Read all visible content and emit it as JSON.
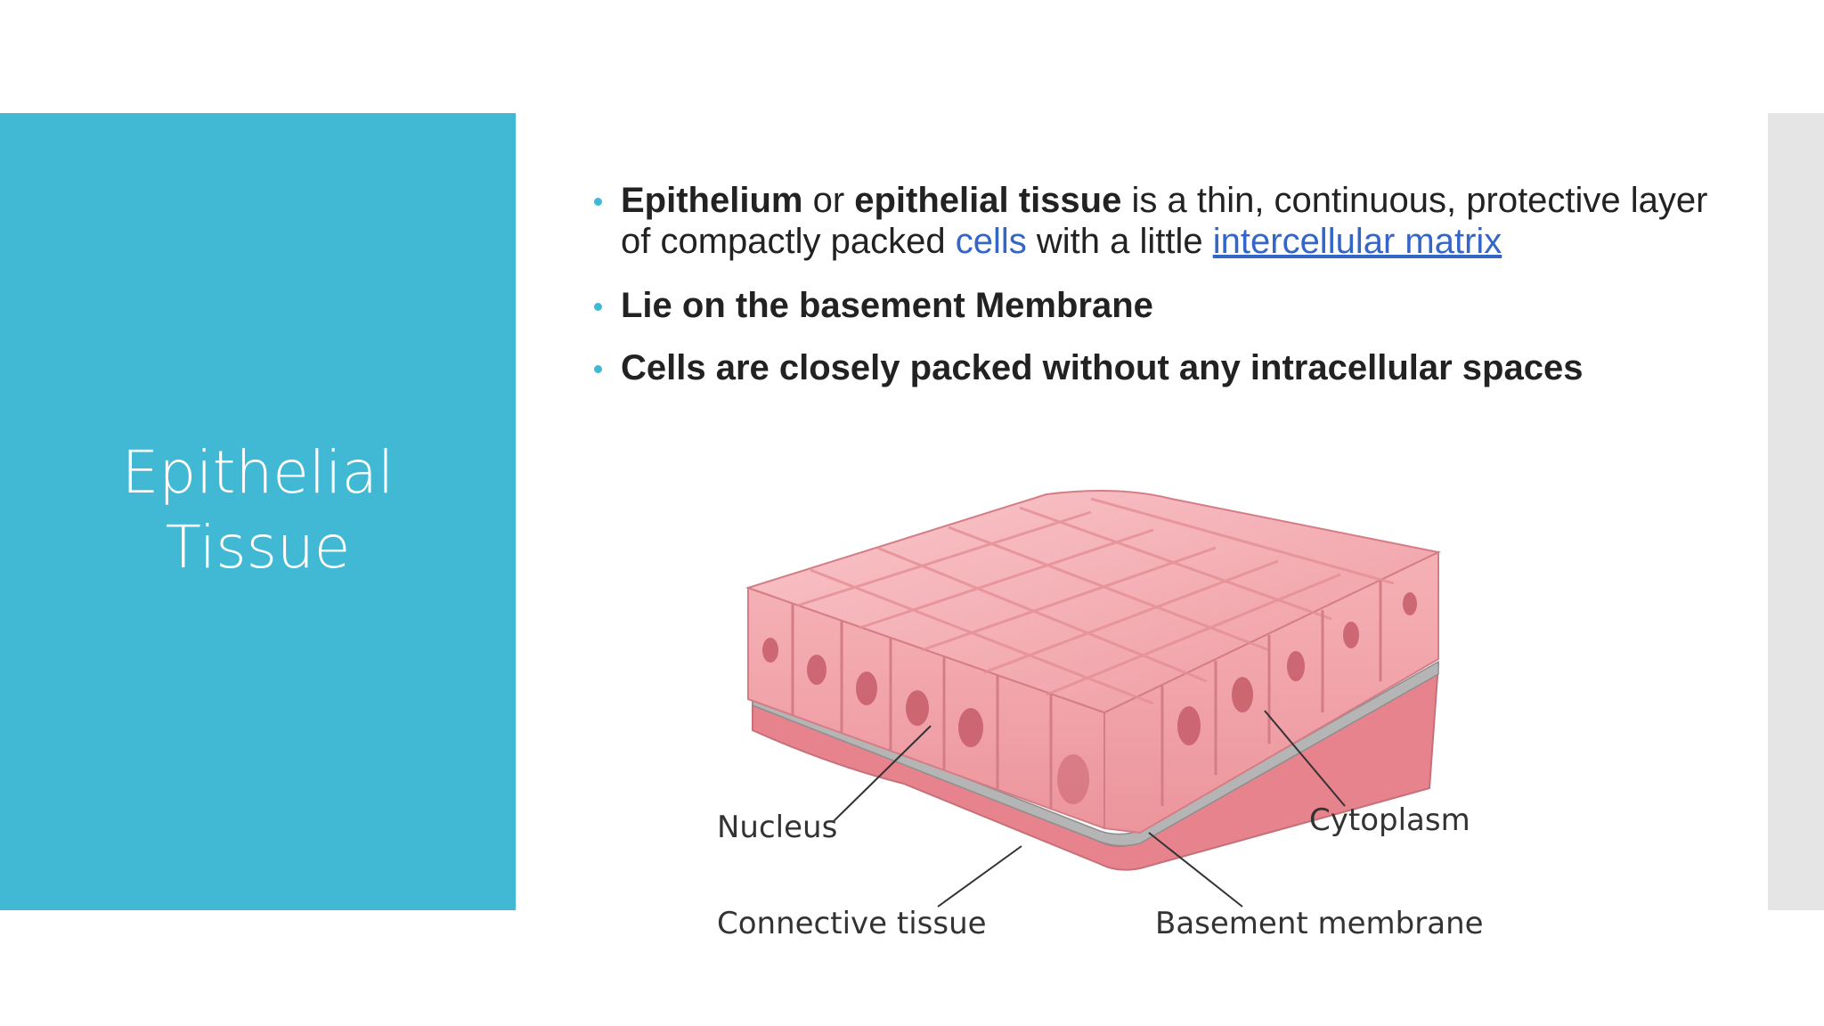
{
  "slide": {
    "title_line1": "Epithelial",
    "title_line2": "Tissue"
  },
  "bullets": {
    "b1": {
      "t1": "Epithelium",
      "t2": " or ",
      "t3": "epithelial tissue",
      "t4": " is a thin, continuous, protective layer of compactly packed ",
      "t5": "cells",
      "t6": " with a little ",
      "t7": "intercellular matrix"
    },
    "b2": "Lie on the basement Membrane",
    "b3": "Cells are closely packed without any intracellular spaces"
  },
  "diagram": {
    "labels": {
      "nucleus": "Nucleus",
      "cytoplasm": "Cytoplasm",
      "connective_tissue": "Connective tissue",
      "basement_membrane": "Basement membrane"
    }
  },
  "colors": {
    "accent": "#41b9d4",
    "link_blue": "#3466c9",
    "cell_pink": "#f2a5ab",
    "nucleus": "#c8606c"
  }
}
